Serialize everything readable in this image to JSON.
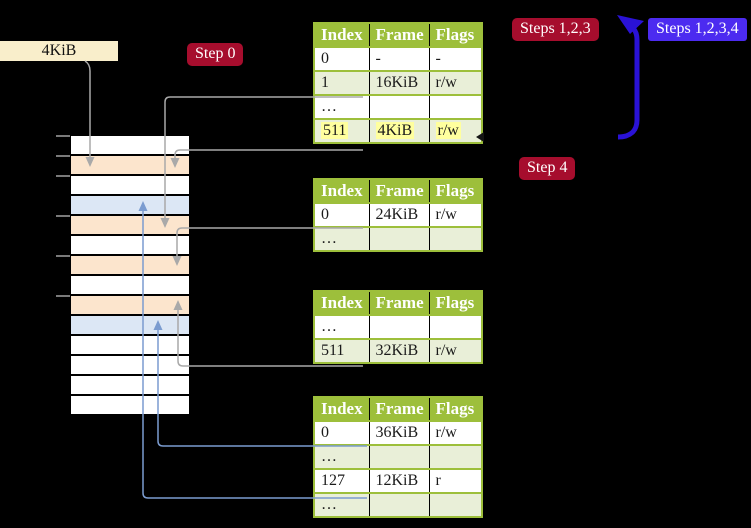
{
  "page_size_label": "4KiB",
  "step_labels": {
    "step0": "Step 0",
    "steps123": "Steps 1,2,3",
    "steps1234": "Steps 1,2,3,4",
    "step4": "Step 4"
  },
  "tables": {
    "t1": {
      "headers": [
        "Index",
        "Frame",
        "Flags"
      ],
      "rows": [
        {
          "cells": [
            "0",
            "-",
            "-"
          ]
        },
        {
          "cells": [
            "1",
            "16KiB",
            "r/w"
          ]
        },
        {
          "cells": [
            "…",
            "",
            ""
          ]
        },
        {
          "cells": [
            "511",
            "4KiB",
            "r/w"
          ]
        }
      ]
    },
    "t2": {
      "headers": [
        "Index",
        "Frame",
        "Flags"
      ],
      "rows": [
        {
          "cells": [
            "0",
            "24KiB",
            "r/w"
          ]
        },
        {
          "cells": [
            "…",
            "",
            ""
          ]
        }
      ]
    },
    "t3": {
      "headers": [
        "Index",
        "Frame",
        "Flags"
      ],
      "rows": [
        {
          "cells": [
            "…",
            "",
            ""
          ]
        },
        {
          "cells": [
            "511",
            "32KiB",
            "r/w"
          ]
        }
      ]
    },
    "t4": {
      "headers": [
        "Index",
        "Frame",
        "Flags"
      ],
      "rows": [
        {
          "cells": [
            "0",
            "36KiB",
            "r/w"
          ]
        },
        {
          "cells": [
            "…",
            "",
            ""
          ]
        },
        {
          "cells": [
            "127",
            "12KiB",
            "r"
          ]
        },
        {
          "cells": [
            "…",
            "",
            ""
          ]
        }
      ]
    }
  },
  "memory": {
    "row_colors": [
      "white",
      "peach",
      "white",
      "blue",
      "peach",
      "white",
      "peach",
      "white",
      "peach",
      "blue",
      "white",
      "white",
      "white",
      "white"
    ]
  },
  "colors": {
    "table_header_green": "#9dbf3b",
    "table_row_green": "#e9efd8",
    "highlight_yellow": "#ffff9e",
    "memory_peach": "#fce5cd",
    "memory_blue": "#dce7f5",
    "label_red": "#a60d2d",
    "label_blue": "#4c2bf0",
    "big_arrow_blue": "#2a12d6",
    "connector_gray": "#a9a9a9",
    "connector_blue": "#7b9cd0",
    "page_size_box_cream": "#f9eecb"
  }
}
